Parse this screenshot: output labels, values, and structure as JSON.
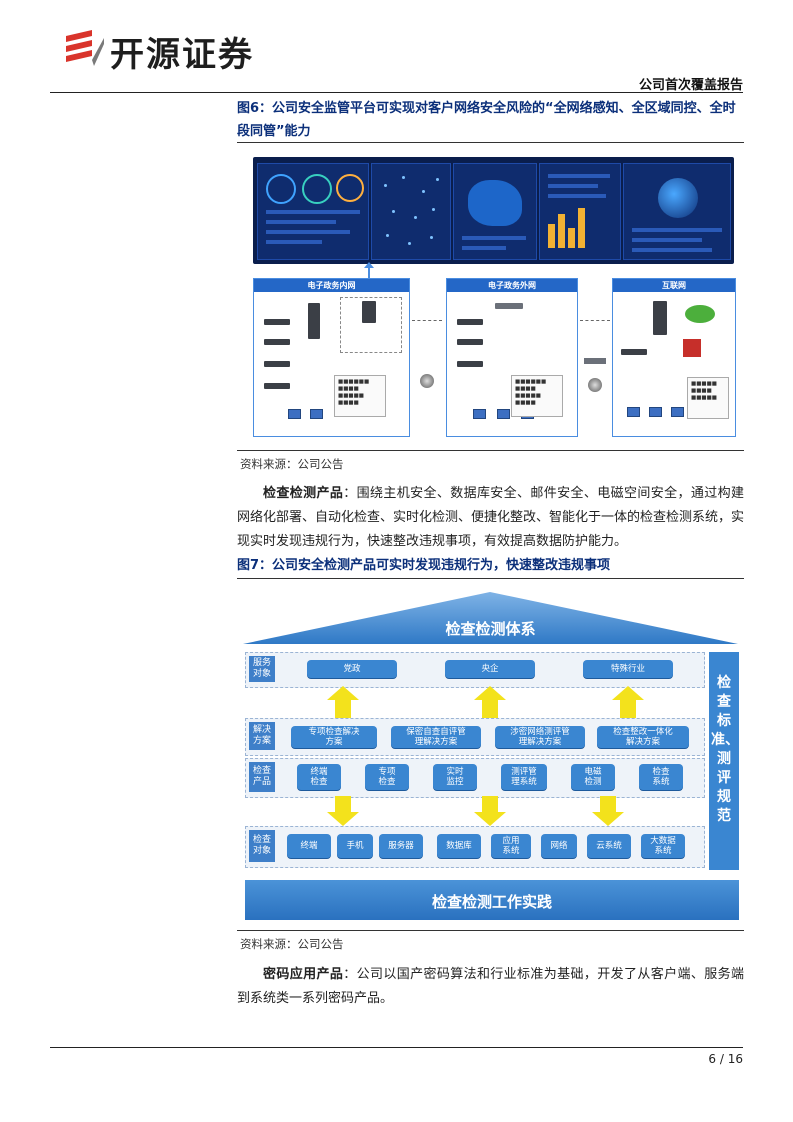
{
  "header": {
    "brand": "开源证券",
    "report_type": "公司首次覆盖报告"
  },
  "figure6": {
    "caption": "图6：公司安全监管平台可实现对客户网络安全风险的“全网络感知、全区域同控、全时段同管”能力",
    "zones": [
      "电子政务内网",
      "电子政务外网",
      "互联网"
    ],
    "source": "资料来源：公司公告"
  },
  "para1": {
    "lead": "检查检测产品",
    "text": "：围绕主机安全、数据库安全、邮件安全、电磁空间安全，通过构建网络化部署、自动化检查、实时化检测、便捷化整改、智能化于一体的检查检测系统，实现实时发现违规行为，快速整改违规事项，有效提高数据防护能力。"
  },
  "figure7": {
    "caption": "图7：公司安全检测产品可实时发现违规行为，快速整改违规事项",
    "roof_title": "检查检测体系",
    "side_title": "检查标准、测评规范",
    "base_title": "检查检测工作实践",
    "rows": [
      {
        "label": "服务\n对象",
        "items": [
          "党政",
          "央企",
          "特殊行业"
        ]
      },
      {
        "label": "解决\n方案",
        "items": [
          "专项检查解决\n方案",
          "保密自查自评管\n理解决方案",
          "涉密网络测评管\n理解决方案",
          "检查整改一体化\n解决方案"
        ]
      },
      {
        "label": "检查\n产品",
        "items": [
          "终端\n检查",
          "专项\n检查",
          "实时\n监控",
          "测评管\n理系统",
          "电磁\n检测",
          "检查\n系统"
        ]
      },
      {
        "label": "检查\n对象",
        "items": [
          "终端",
          "手机",
          "服务器",
          "数据库",
          "应用\n系统",
          "网络",
          "云系统",
          "大数据\n系统"
        ]
      }
    ],
    "source": "资料来源：公司公告"
  },
  "para2": {
    "lead": "密码应用产品",
    "text": "：公司以国产密码算法和行业标准为基础，开发了从客户端、服务端到系统类一系列密码产品。"
  },
  "footer": {
    "page": "6 / 16"
  },
  "colors": {
    "caption_blue": "#0b2f7a",
    "diagram_blue": "#3a86d1",
    "arrow_yellow": "#f3e21c"
  }
}
